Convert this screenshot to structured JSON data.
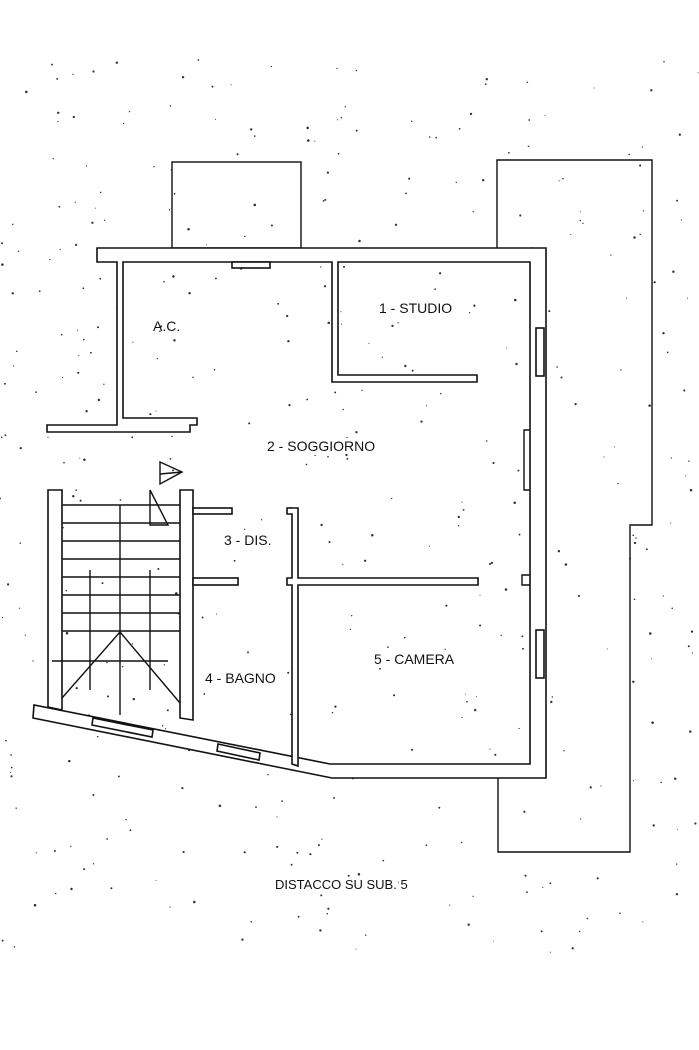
{
  "rooms": {
    "ac": "A.C.",
    "studio": "1 - STUDIO",
    "soggiorno": "2 - SOGGIORNO",
    "dis": "3 - DIS.",
    "bagno": "4 - BAGNO",
    "camera": "5 - CAMERA"
  },
  "caption": "DISTACCO SU SUB. 5"
}
